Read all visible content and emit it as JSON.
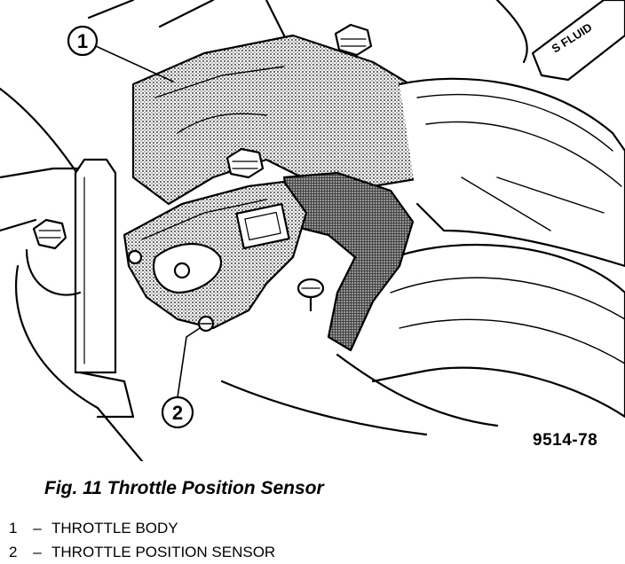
{
  "figure": {
    "caption": "Fig. 11 Throttle Position Sensor",
    "figure_code": "9514-78"
  },
  "illustration": {
    "callouts": [
      {
        "number": "1",
        "target": "throttle-body"
      },
      {
        "number": "2",
        "target": "throttle-position-sensor"
      }
    ],
    "reservoir_label": "S FLUID"
  },
  "legend": [
    {
      "number": "1",
      "separator": "–",
      "label": "THROTTLE BODY"
    },
    {
      "number": "2",
      "separator": "–",
      "label": "THROTTLE POSITION SENSOR"
    }
  ]
}
